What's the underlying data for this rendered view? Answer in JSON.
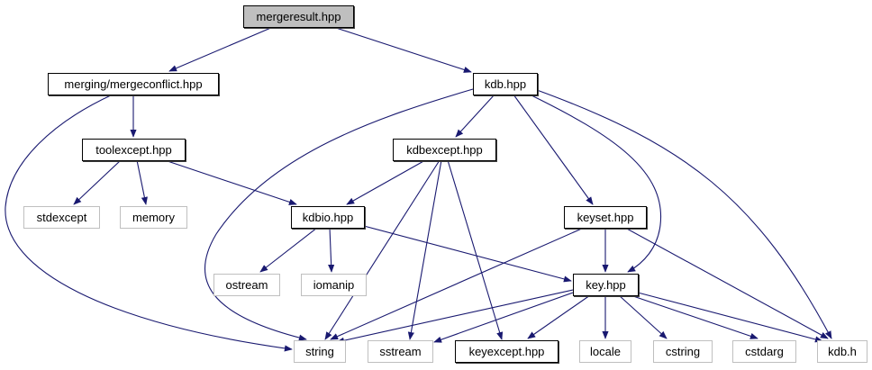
{
  "title": "mergeresult.hpp include dependency graph",
  "colors": {
    "edge": "#191970",
    "node_border_local": "#000000",
    "node_border_system": "#bfbfbf",
    "node_fill": "#ffffff",
    "root_fill": "#bfbfbf",
    "root_border": "#000000"
  },
  "nodes": [
    {
      "id": "mergeresult",
      "label": "mergeresult.hpp",
      "kind": "root"
    },
    {
      "id": "mergeconflict",
      "label": "merging/mergeconflict.hpp",
      "kind": "local"
    },
    {
      "id": "kdbhpp",
      "label": "kdb.hpp",
      "kind": "local"
    },
    {
      "id": "toolexcept",
      "label": "toolexcept.hpp",
      "kind": "local"
    },
    {
      "id": "kdbexcept",
      "label": "kdbexcept.hpp",
      "kind": "local"
    },
    {
      "id": "stdexcept",
      "label": "stdexcept",
      "kind": "system"
    },
    {
      "id": "memory",
      "label": "memory",
      "kind": "system"
    },
    {
      "id": "kdbio",
      "label": "kdbio.hpp",
      "kind": "local"
    },
    {
      "id": "keyset",
      "label": "keyset.hpp",
      "kind": "local"
    },
    {
      "id": "ostream",
      "label": "ostream",
      "kind": "system"
    },
    {
      "id": "iomanip",
      "label": "iomanip",
      "kind": "system"
    },
    {
      "id": "key",
      "label": "key.hpp",
      "kind": "local"
    },
    {
      "id": "string",
      "label": "string",
      "kind": "system"
    },
    {
      "id": "sstream",
      "label": "sstream",
      "kind": "system"
    },
    {
      "id": "keyexcept",
      "label": "keyexcept.hpp",
      "kind": "local"
    },
    {
      "id": "locale",
      "label": "locale",
      "kind": "system"
    },
    {
      "id": "cstring",
      "label": "cstring",
      "kind": "system"
    },
    {
      "id": "cstdarg",
      "label": "cstdarg",
      "kind": "system"
    },
    {
      "id": "kdbh",
      "label": "kdb.h",
      "kind": "system"
    }
  ],
  "edges": [
    {
      "from": "mergeresult",
      "to": "mergeconflict"
    },
    {
      "from": "mergeresult",
      "to": "kdbhpp"
    },
    {
      "from": "mergeconflict",
      "to": "toolexcept"
    },
    {
      "from": "mergeconflict",
      "to": "string"
    },
    {
      "from": "kdbhpp",
      "to": "kdbexcept"
    },
    {
      "from": "kdbhpp",
      "to": "string"
    },
    {
      "from": "kdbhpp",
      "to": "keyset"
    },
    {
      "from": "kdbhpp",
      "to": "key"
    },
    {
      "from": "kdbhpp",
      "to": "kdbh"
    },
    {
      "from": "toolexcept",
      "to": "stdexcept"
    },
    {
      "from": "toolexcept",
      "to": "memory"
    },
    {
      "from": "toolexcept",
      "to": "kdbio"
    },
    {
      "from": "kdbexcept",
      "to": "kdbio"
    },
    {
      "from": "kdbexcept",
      "to": "string"
    },
    {
      "from": "kdbexcept",
      "to": "sstream"
    },
    {
      "from": "kdbexcept",
      "to": "keyexcept"
    },
    {
      "from": "kdbio",
      "to": "ostream"
    },
    {
      "from": "kdbio",
      "to": "iomanip"
    },
    {
      "from": "kdbio",
      "to": "key"
    },
    {
      "from": "keyset",
      "to": "key"
    },
    {
      "from": "keyset",
      "to": "string"
    },
    {
      "from": "keyset",
      "to": "kdbh"
    },
    {
      "from": "key",
      "to": "string"
    },
    {
      "from": "key",
      "to": "sstream"
    },
    {
      "from": "key",
      "to": "keyexcept"
    },
    {
      "from": "key",
      "to": "locale"
    },
    {
      "from": "key",
      "to": "cstring"
    },
    {
      "from": "key",
      "to": "cstdarg"
    },
    {
      "from": "key",
      "to": "kdbh"
    }
  ]
}
